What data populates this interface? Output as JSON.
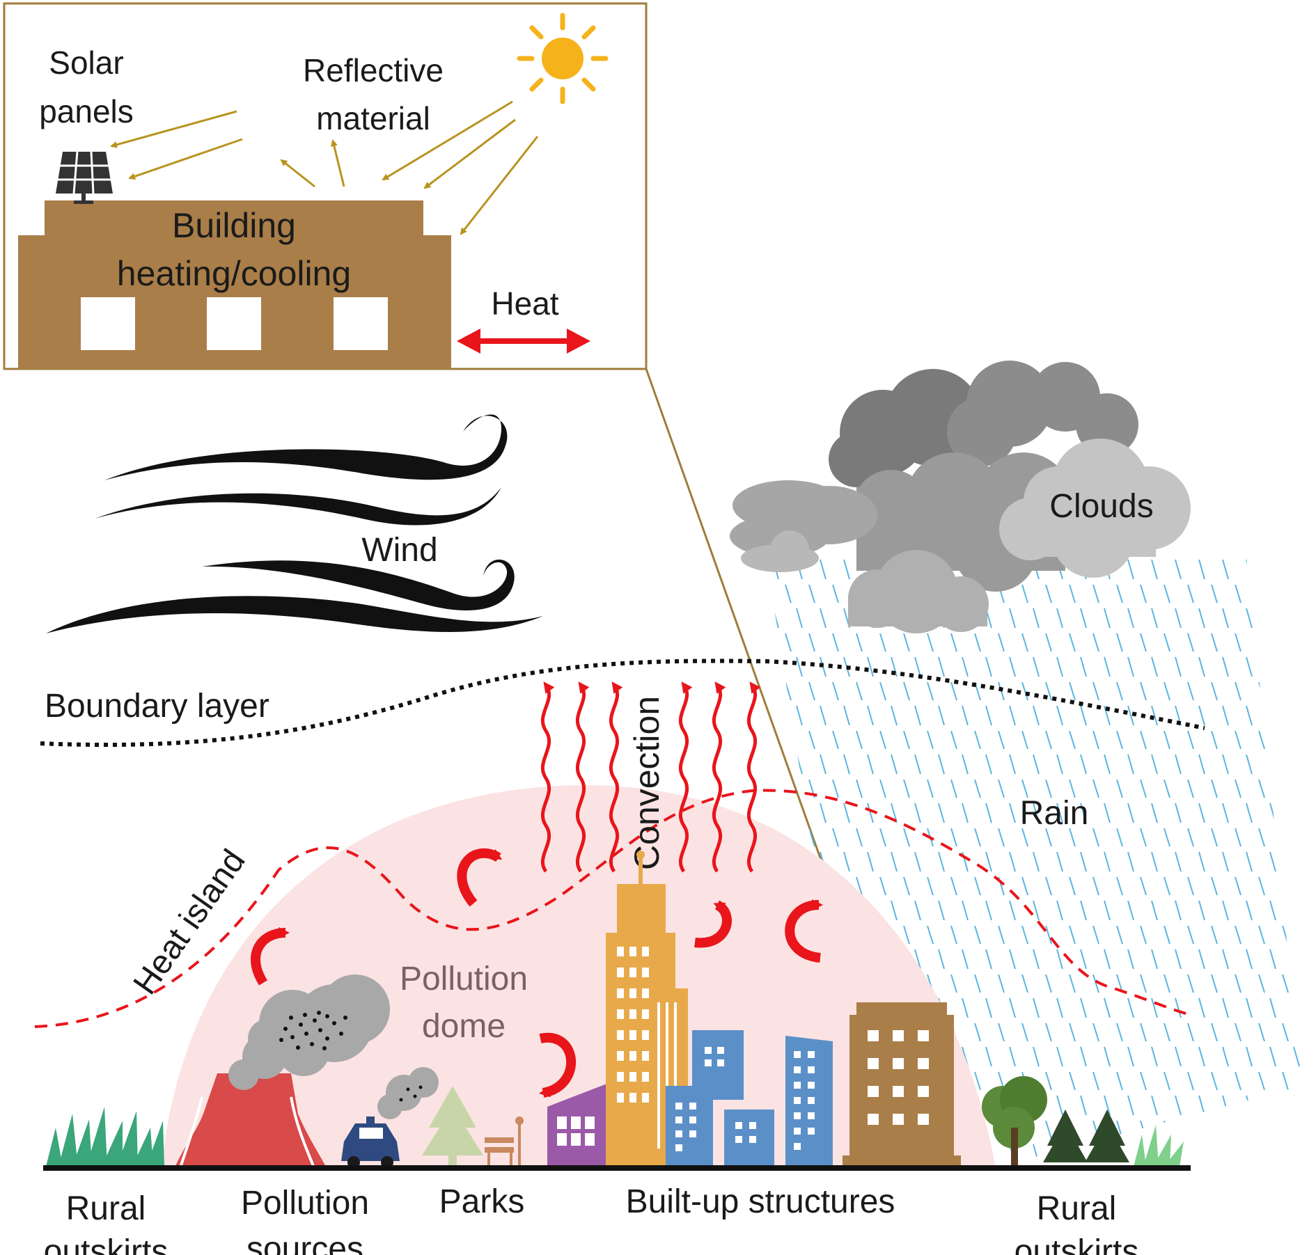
{
  "inset": {
    "solar_label_1": "Solar",
    "solar_label_2": "panels",
    "reflective_label_1": "Reflective",
    "reflective_label_2": "material",
    "building_label_1": "Building",
    "building_label_2": "heating/cooling",
    "heat_label": "Heat"
  },
  "labels": {
    "wind": "Wind",
    "clouds": "Clouds",
    "boundary_layer": "Boundary layer",
    "convection": "Convection",
    "rain": "Rain",
    "heat_island": "Heat island",
    "pollution_dome_1": "Pollution",
    "pollution_dome_2": "dome"
  },
  "ground_labels": {
    "rural_left_1": "Rural",
    "rural_left_2": "outskirts",
    "pollution_sources_1": "Pollution",
    "pollution_sources_2": "sources",
    "parks": "Parks",
    "built_up": "Built-up structures",
    "rural_right_1": "Rural",
    "rural_right_2": "outskirts"
  },
  "colors": {
    "inset_border": "#a07c3b",
    "building": "#a97e48",
    "sun": "#f5b21b",
    "arrow_red": "#e8151b",
    "dome": "#fbe3e3",
    "rain": "#5ab4e0",
    "cloud_dark": "#7a7a7a",
    "cloud_mid": "#9a9a9a",
    "cloud_light": "#c4c4c4",
    "tower": "#e8a94a",
    "blue_building": "#5b8fc8",
    "purple_building": "#9a5aa8",
    "brown_building": "#a97e48",
    "factory": "#d94a4a"
  }
}
